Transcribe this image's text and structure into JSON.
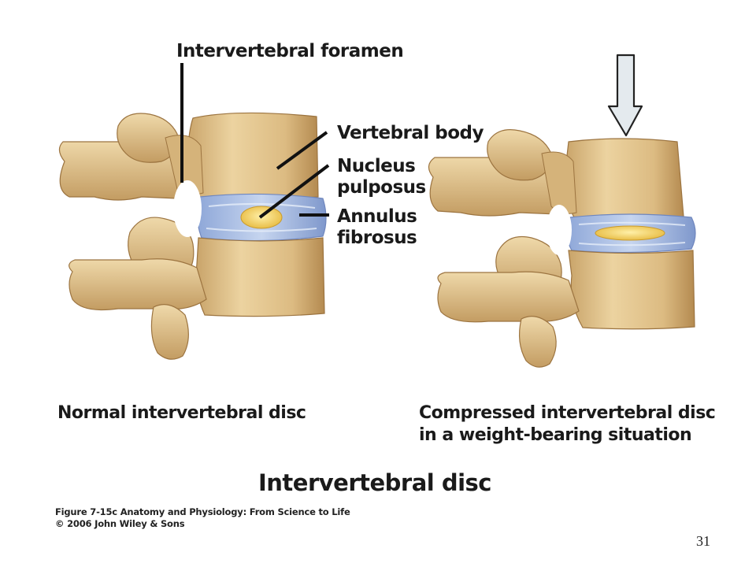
{
  "labels": {
    "intervertebral_foramen": "Intervertebral foramen",
    "vertebral_body": "Vertebral body",
    "nucleus_pulposus_line1": "Nucleus",
    "nucleus_pulposus_line2": "pulposus",
    "annulus_fibrosus_line1": "Annulus",
    "annulus_fibrosus_line2": "fibrosus"
  },
  "captions": {
    "normal": "Normal intervertebral disc",
    "compressed_line1": "Compressed intervertebral disc",
    "compressed_line2": "in a weight-bearing situation"
  },
  "title": "Intervertebral disc",
  "credit": {
    "line1": "Figure 7-15c  Anatomy and Physiology: From Science to Life",
    "line2": "© 2006 John Wiley & Sons"
  },
  "page_number": "31",
  "colors": {
    "bone": "#e3c48c",
    "bone_shadow": "#b58c52",
    "disc_blue": "#9fb6e0",
    "nucleus_yellow": "#f2cf5a",
    "arrow_fill": "#e4eaee"
  },
  "icons": {
    "load_arrow": "down-arrow-icon"
  }
}
